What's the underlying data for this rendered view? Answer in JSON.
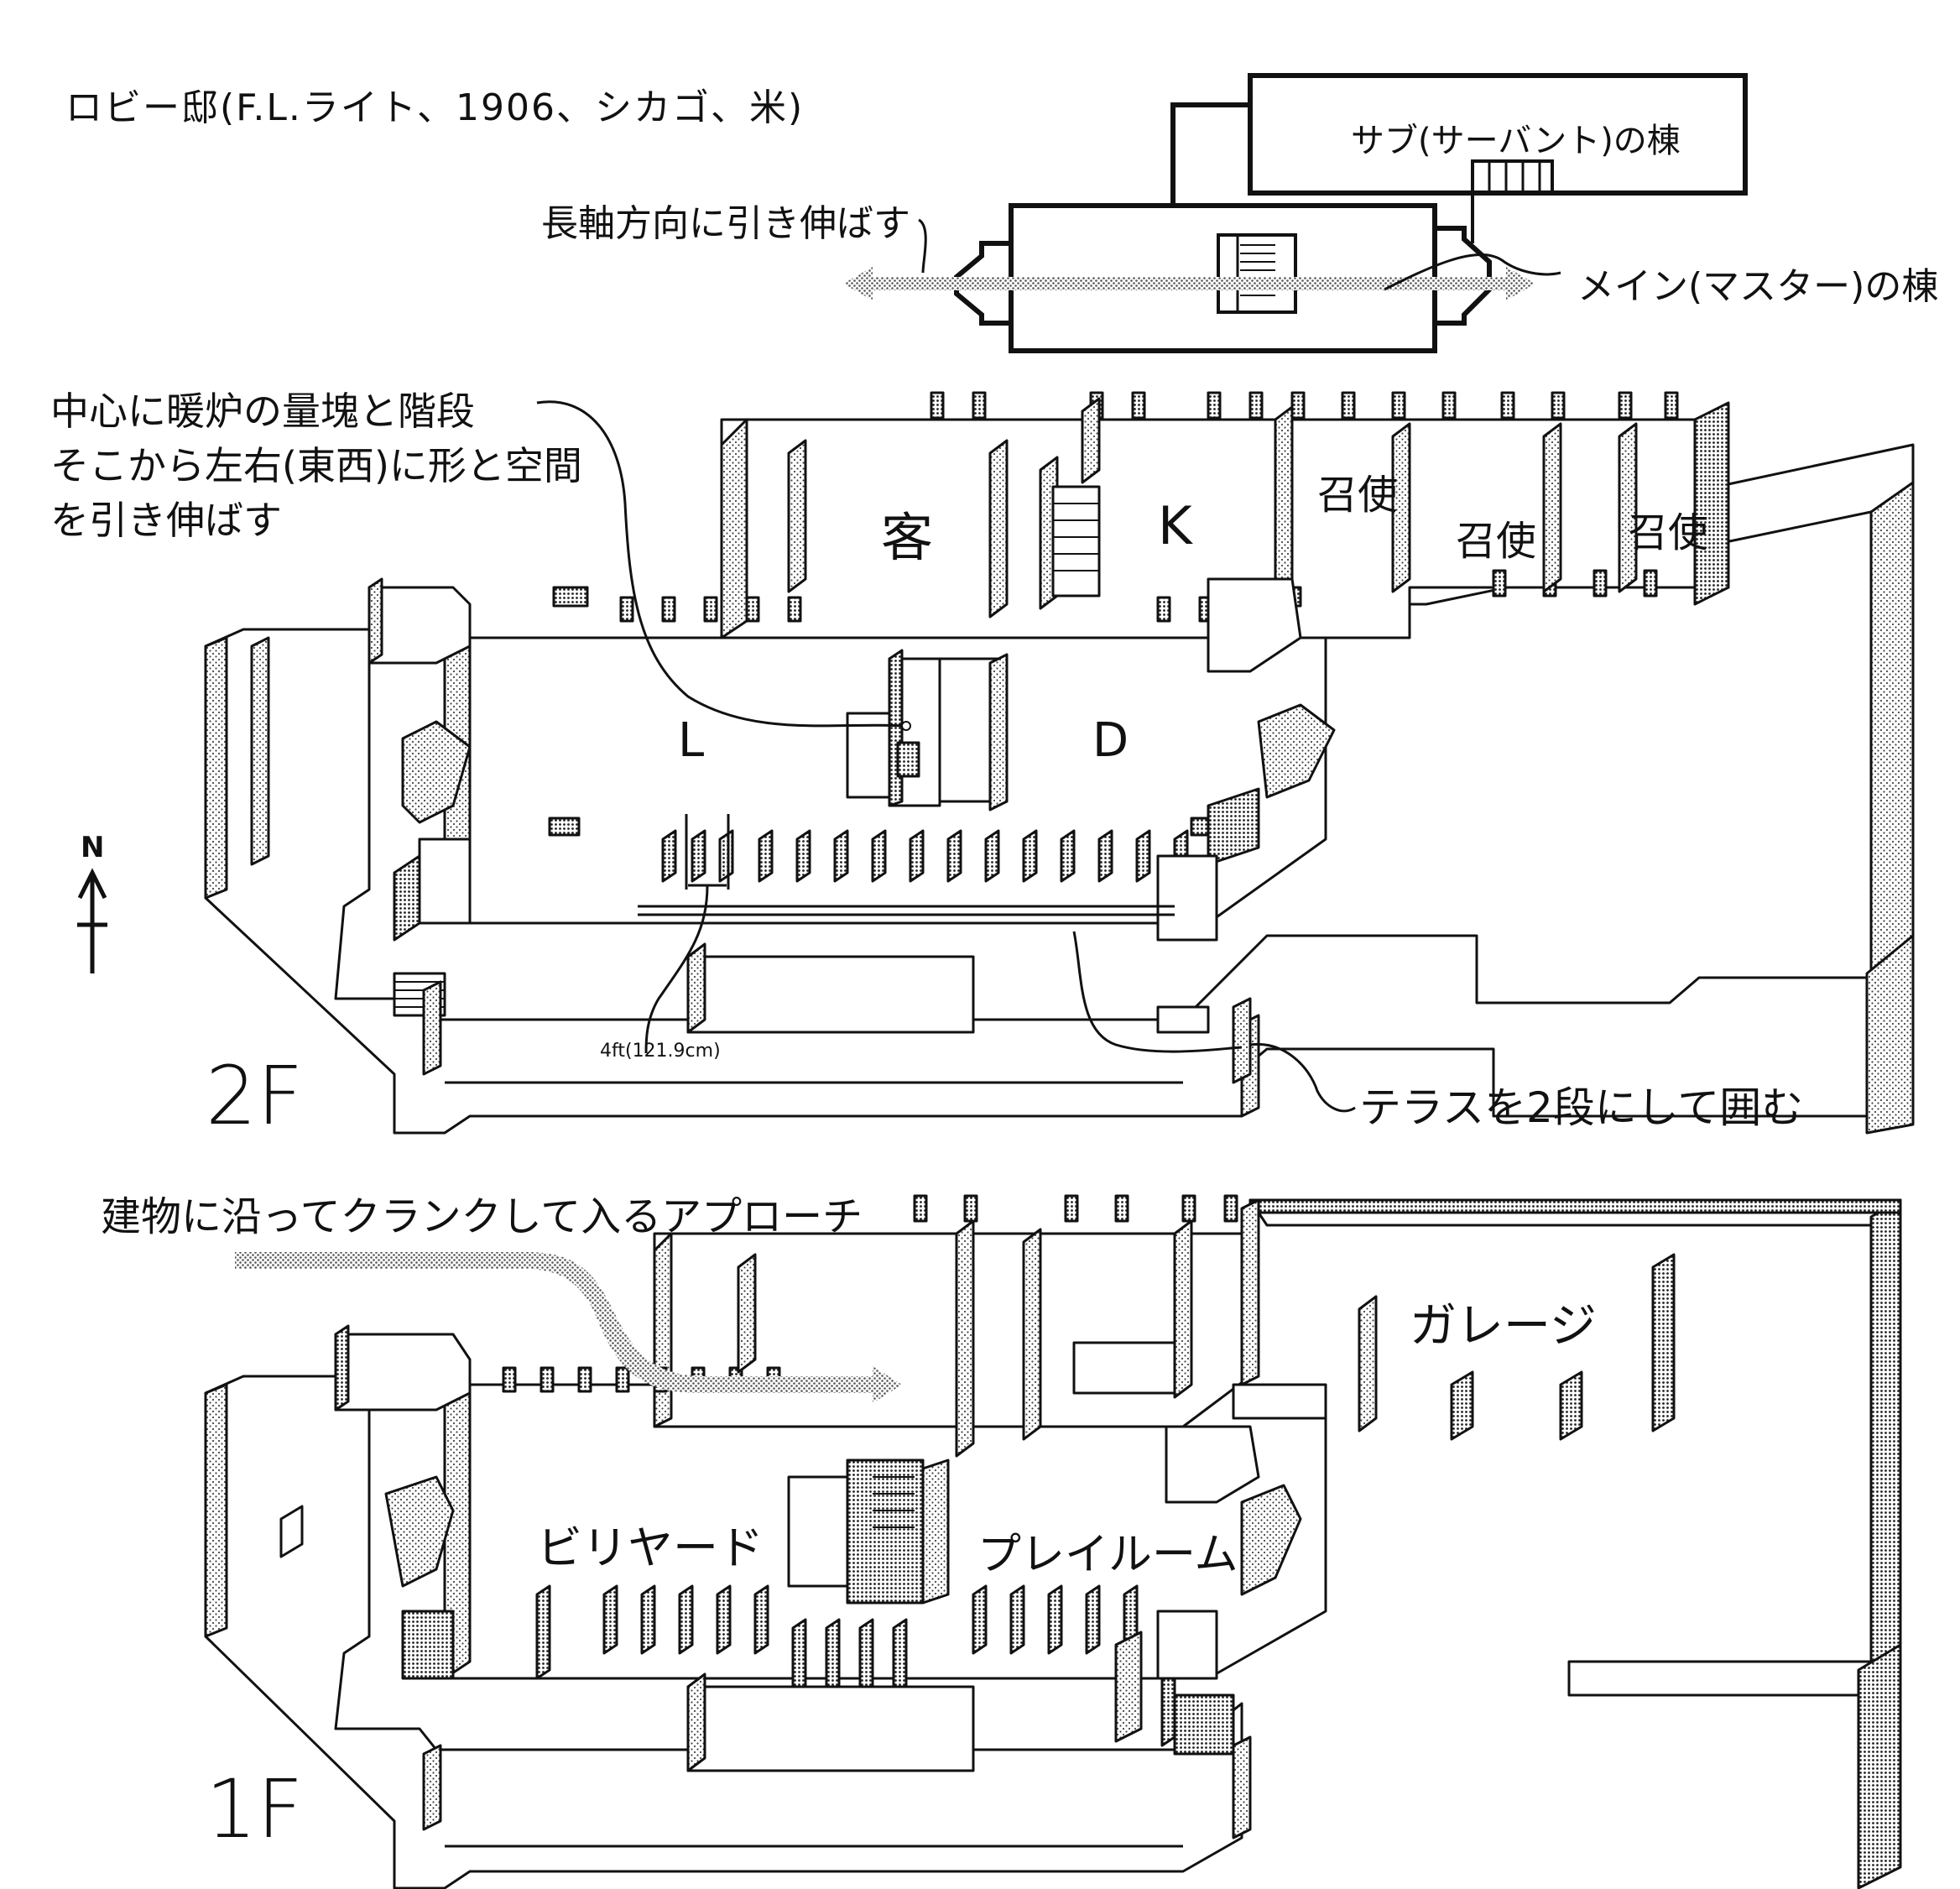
{
  "title": "ロビー邸(F.L.ライト、1906、シカゴ、米)",
  "concept": {
    "sub_wing": "サブ(サーバント)の棟",
    "main_wing": "メイン(マスター)の棟",
    "axis_note": "長軸方向に引き伸ばす"
  },
  "notes": {
    "center_line1": "中心に暖炉の量塊と階段",
    "center_line2": "そこから左右(東西)に形と空間",
    "center_line3": "を引き伸ばす",
    "terrace": "テラスを2段にして囲む",
    "approach": "建物に沿ってクランクして入るアプローチ",
    "module": "4ft(121.9cm)"
  },
  "floor2": {
    "label": "2F",
    "rooms": {
      "guest": "客",
      "kitchen": "K",
      "servant1": "召使",
      "servant2": "召使",
      "servant3": "召使",
      "living": "L",
      "dining": "D"
    }
  },
  "floor1": {
    "label": "1F",
    "rooms": {
      "billiard": "ビリヤード",
      "playroom": "プレイルーム",
      "garage": "ガレージ"
    }
  },
  "compass": {
    "north": "N"
  }
}
